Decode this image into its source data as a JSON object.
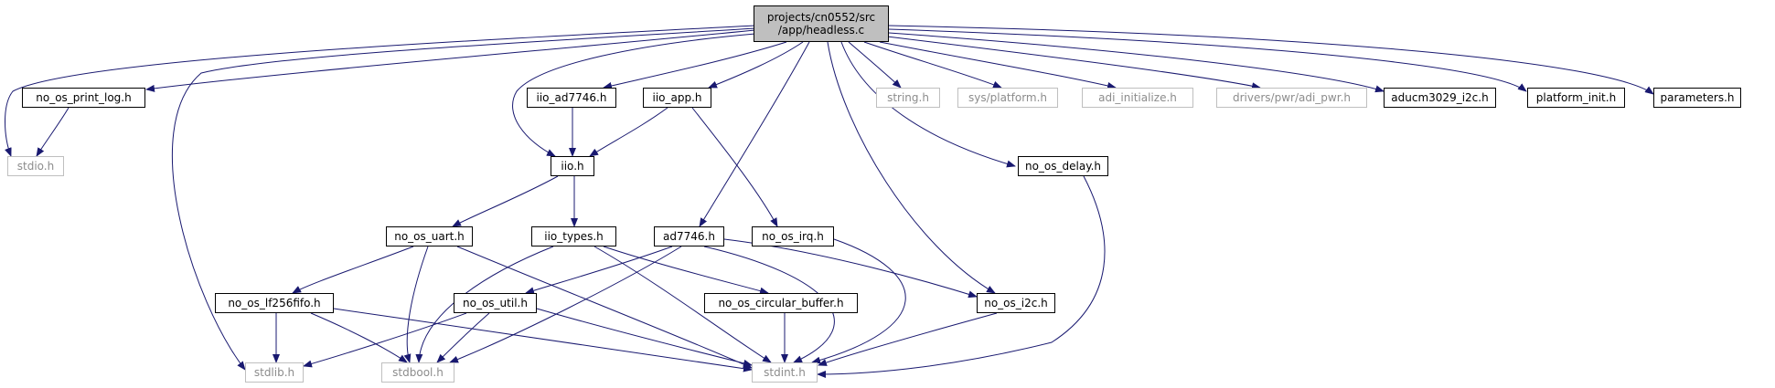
{
  "root": {
    "line1": "projects/cn0552/src",
    "line2": "/app/headless.c"
  },
  "nodes": {
    "no_os_print_log_h": "no_os_print_log.h",
    "stdio_h": "stdio.h",
    "iio_ad7746_h": "iio_ad7746.h",
    "iio_app_h": "iio_app.h",
    "string_h": "string.h",
    "sys_platform_h": "sys/platform.h",
    "adi_initialize_h": "adi_initialize.h",
    "drivers_pwr_adi_pwr_h": "drivers/pwr/adi_pwr.h",
    "aducm3029_i2c_h": "aducm3029_i2c.h",
    "platform_init_h": "platform_init.h",
    "parameters_h": "parameters.h",
    "iio_h": "iio.h",
    "no_os_delay_h": "no_os_delay.h",
    "no_os_uart_h": "no_os_uart.h",
    "iio_types_h": "iio_types.h",
    "ad7746_h": "ad7746.h",
    "no_os_irq_h": "no_os_irq.h",
    "no_os_lf256fifo_h": "no_os_lf256fifo.h",
    "no_os_util_h": "no_os_util.h",
    "no_os_circular_buffer_h": "no_os_circular_buffer.h",
    "no_os_i2c_h": "no_os_i2c.h",
    "stdlib_h": "stdlib.h",
    "stdbool_h": "stdbool.h",
    "stdint_h": "stdint.h"
  },
  "colors": {
    "edge": "#191970",
    "documented_border": "#000000",
    "system_border": "#bfbfbf",
    "system_text": "#8c8c8c",
    "root_fill": "#bfbfbf"
  }
}
